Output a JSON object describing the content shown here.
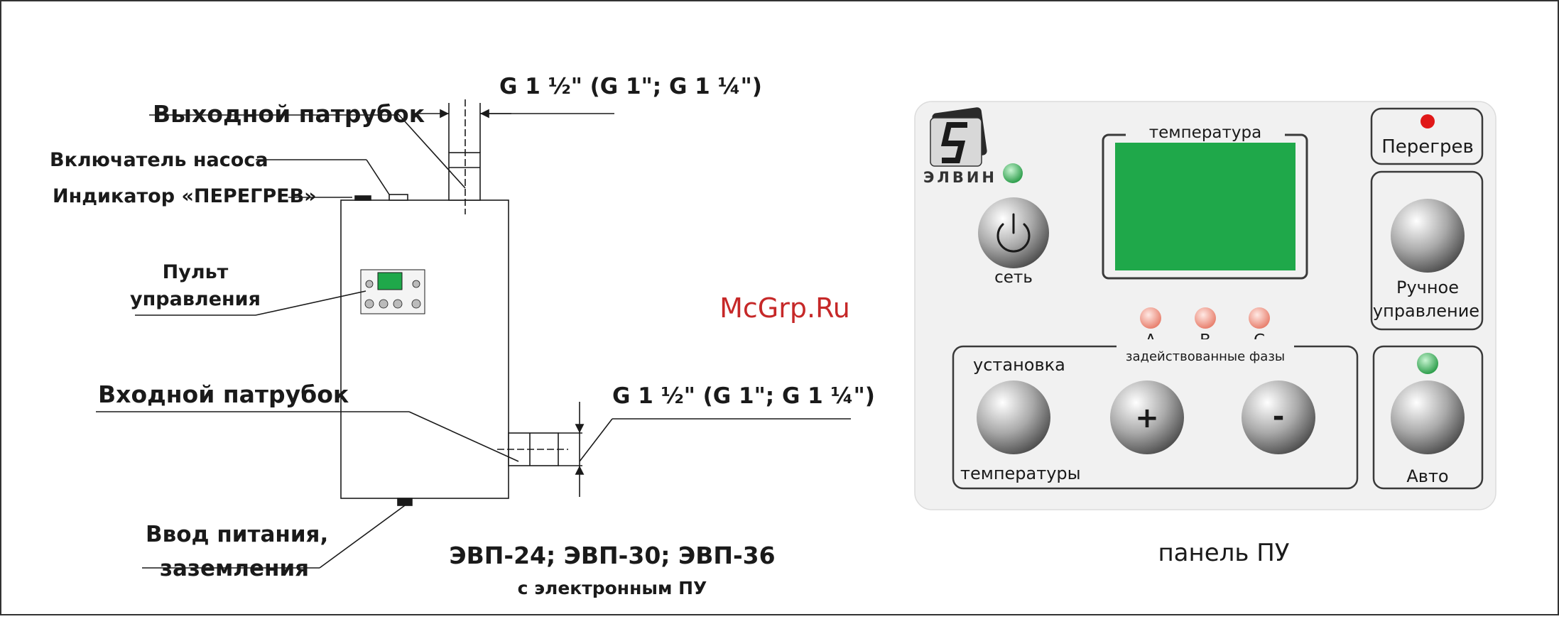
{
  "left": {
    "callouts": {
      "outlet": "Выходной патрубок",
      "pump_switch": "Включатель насоса",
      "overheat_indicator": "Индикатор «ПЕРЕГРЕВ»",
      "panel_line1": "Пульт",
      "panel_line2": "управления",
      "inlet": "Входной патрубок",
      "power_line1": "Ввод питания,",
      "power_line2": "заземления"
    },
    "dim_top": "G 1 ½\" (G 1\"; G 1 ¼\")",
    "dim_right": "G 1 ½\" (G 1\"; G 1 ¼\")",
    "model_title": "ЭВП-24; ЭВП-30; ЭВП-36",
    "model_subtitle": "с электронным ПУ"
  },
  "watermark": "McGrp.Ru",
  "panel": {
    "brand": "ЭЛВИН",
    "display_label": "температура",
    "power_label": "сеть",
    "overheat_label": "Перегрев",
    "manual_line1": "Ручное",
    "manual_line2": "управление",
    "phase_a": "A",
    "phase_b": "B",
    "phase_c": "C",
    "phases_caption": "задействованные фазы",
    "setting_top": "установка",
    "setting_bottom": "температуры",
    "plus": "+",
    "minus": "-",
    "auto_label": "Авто",
    "caption": "панель ПУ"
  },
  "colors": {
    "display": "#1fa84a",
    "led_green": "#4cc36a",
    "led_red": "#e01818",
    "led_phase": "#f4a99c",
    "panel_bg": "#f1f1f1"
  }
}
